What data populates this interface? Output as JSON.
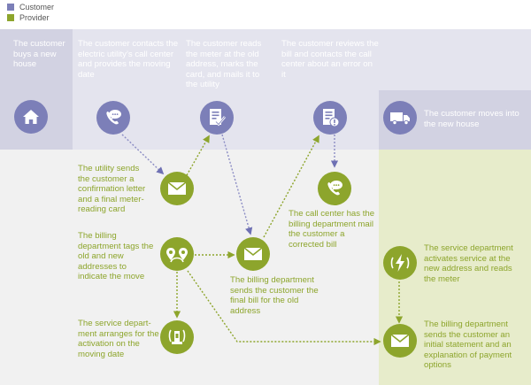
{
  "colors": {
    "customer": "#7c7fb8",
    "provider": "#8da52c",
    "band_light": "#e4e4ee",
    "band_dark": "#d2d2e2",
    "provider_area": "#e7eccb",
    "body_bg": "#f1f1f1",
    "customer_dotted": "#8b8cc4",
    "provider_dotted": "#8da52c"
  },
  "legend": [
    {
      "label": "Customer",
      "type": "customer"
    },
    {
      "label": "Provider",
      "type": "provider"
    }
  ],
  "steps": {
    "buy_house": "The customer buys a new house",
    "contact_call_center": "The customer contacts the electric utility’s call center and provides the moving date",
    "read_meter": "The customer reads the meter at the old address, marks the card, and mails it to the utility",
    "review_bill": "The customer reviews the bill and contacts the call center about an error on it",
    "moves_in": "The customer moves into the new house",
    "utility_sends": "The utility sends the customer a confirmation letter and a final meter-reading card",
    "billing_tags": "The billing department tags the old and new addresses to indicate the move",
    "service_arranges": "The service depart-ment arranges for the activation on the moving date",
    "billing_final": "The billing department sends the customer the final bill for the old address",
    "call_center_corrected": "The call center has the billing department mail the customer a corrected bill",
    "service_activates": "The service department activates service at the new address and reads the meter",
    "billing_initial": "The billing department sends the customer an initial statement and an explanation of payment options"
  },
  "icons": {
    "house": "house-icon",
    "phone_chat": "phone-chat-icon",
    "checklist": "checklist-icon",
    "bill_alert": "bill-alert-icon",
    "truck": "truck-icon",
    "envelope": "envelope-icon",
    "location_pins": "location-pins-icon",
    "tools": "service-tools-icon",
    "lightning": "lightning-icon"
  }
}
